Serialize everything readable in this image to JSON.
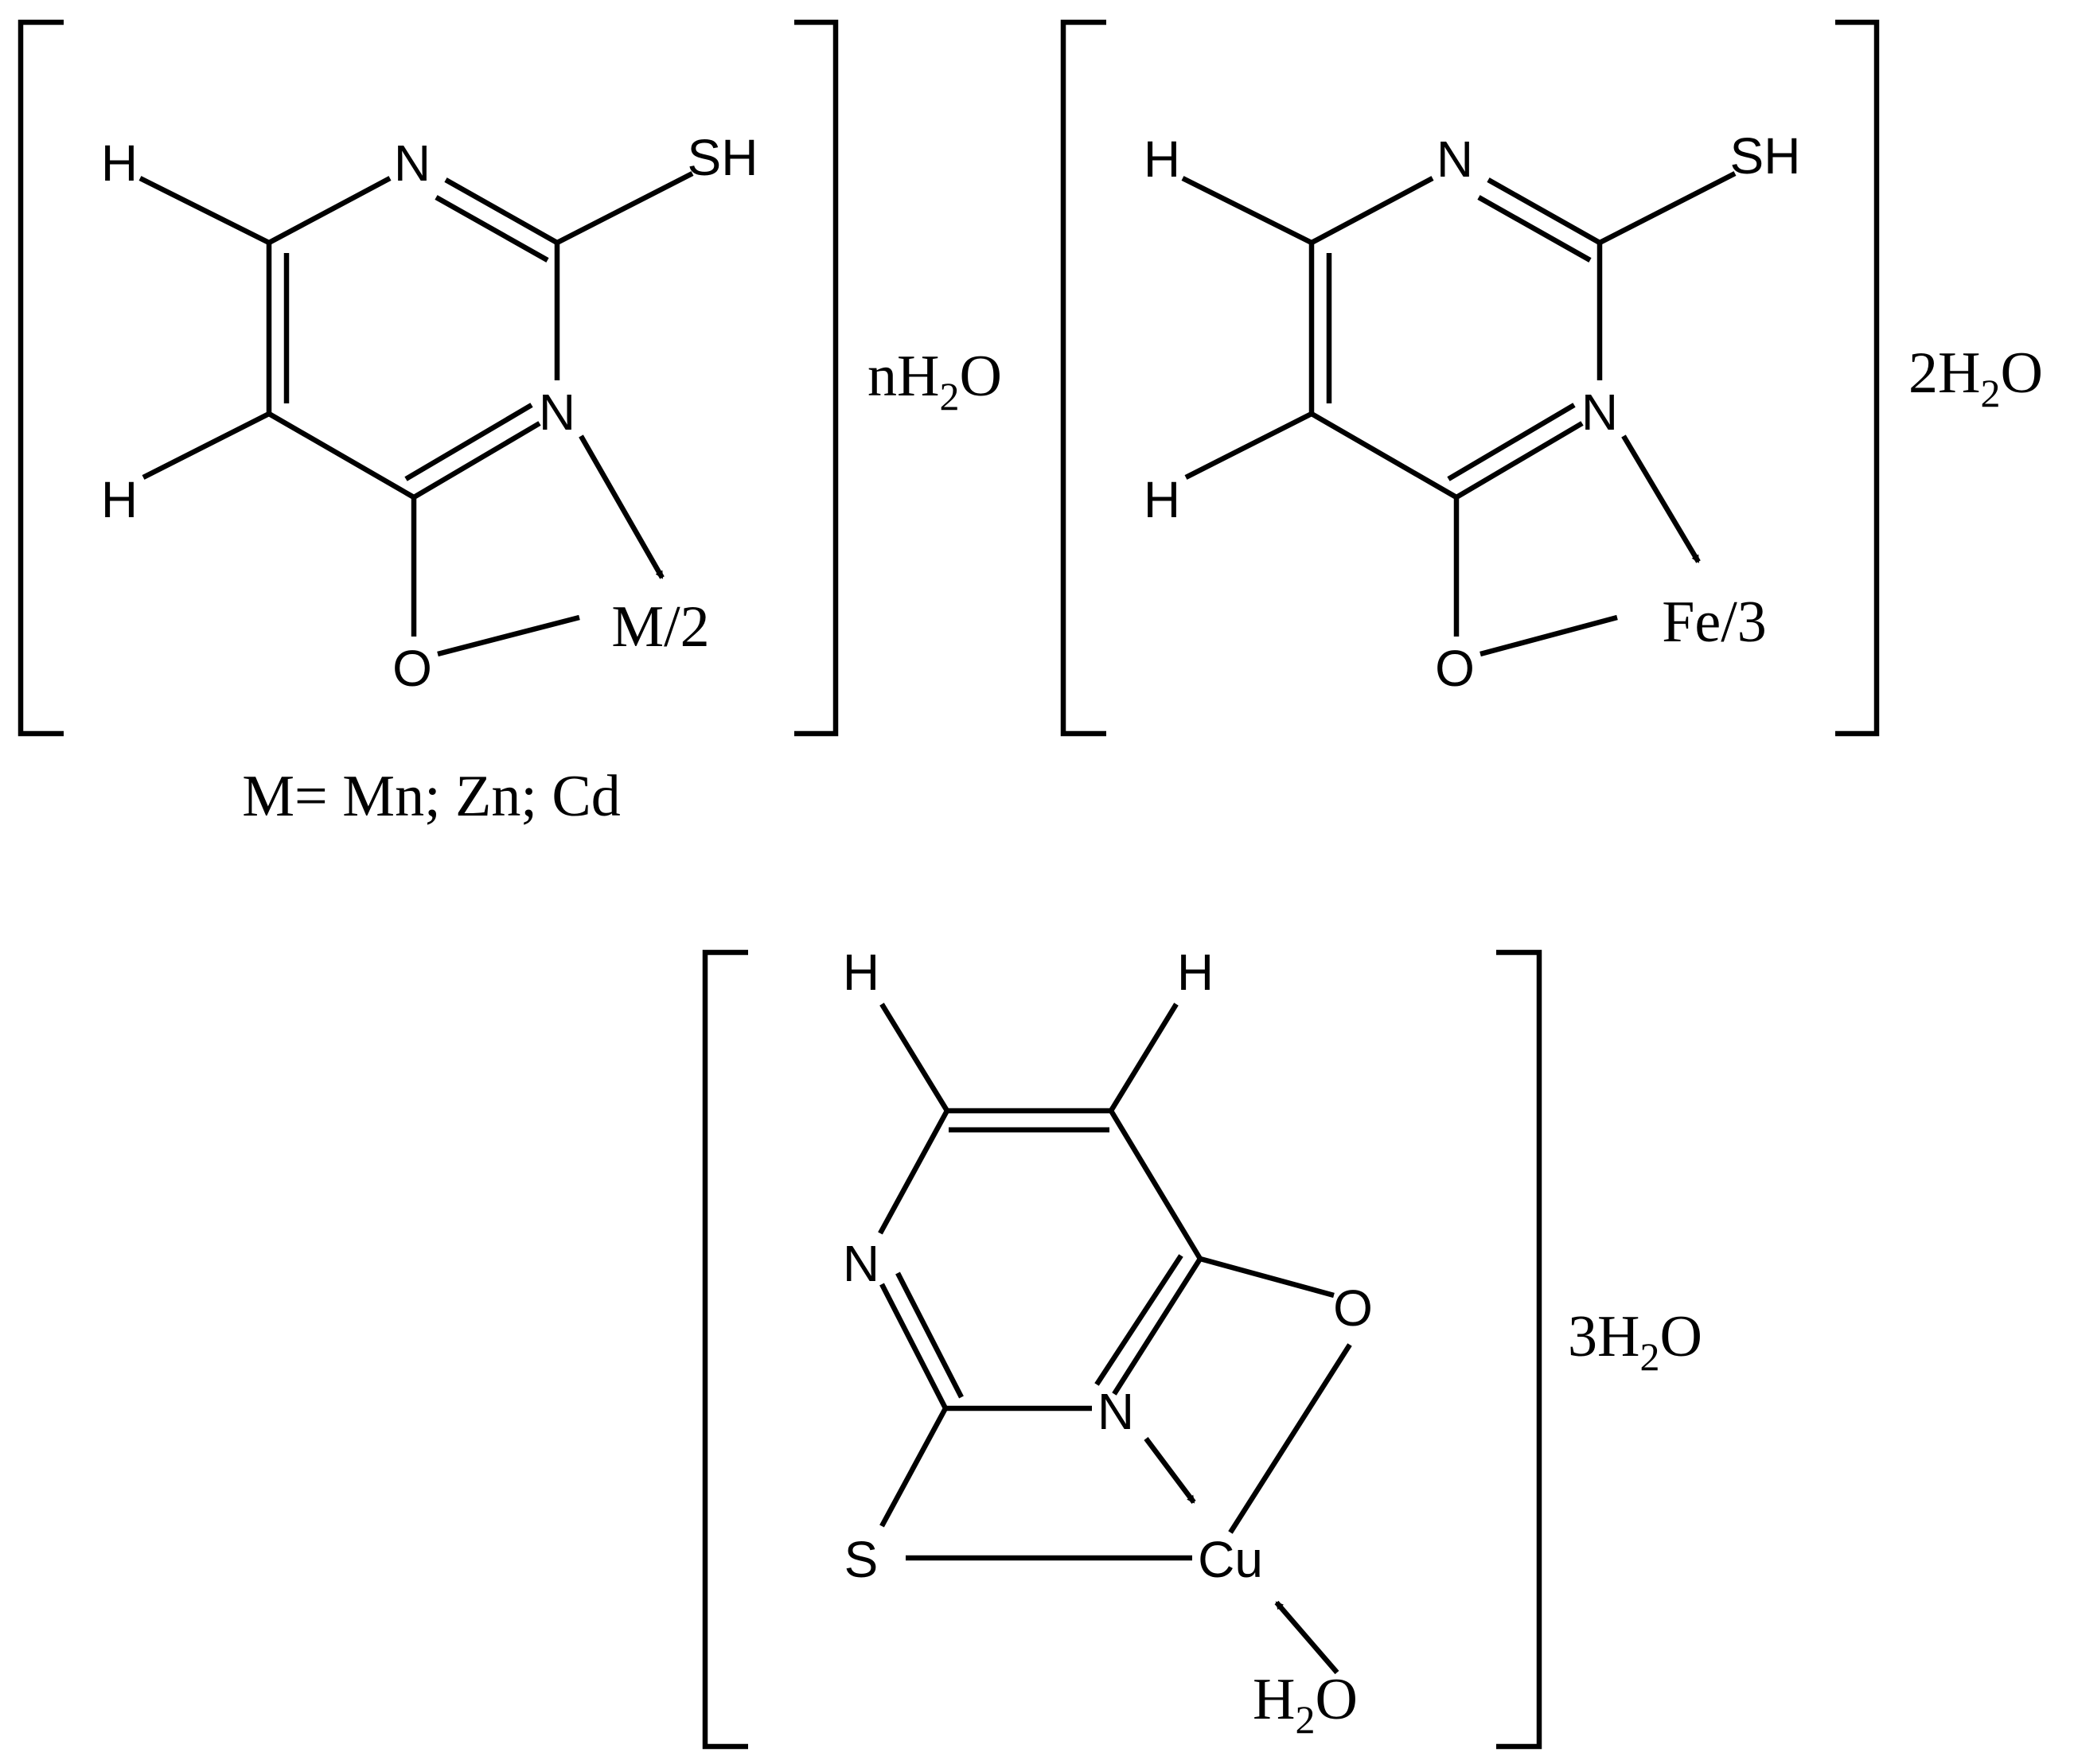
{
  "structures": [
    {
      "atoms": {
        "h_top": "H",
        "n_top": "N",
        "sh": "SH",
        "n_mid": "N",
        "h_bot": "H",
        "o": "O",
        "metal": "M/2"
      },
      "hydrate": {
        "coef": "n",
        "h": "H",
        "two": "2",
        "o": "O"
      },
      "caption": "M= Mn; Zn; Cd"
    },
    {
      "atoms": {
        "h_top": "H",
        "n_top": "N",
        "sh": "SH",
        "n_mid": "N",
        "h_bot": "H",
        "o": "O",
        "metal": "Fe/3"
      },
      "hydrate": {
        "coef": "2",
        "h": "H",
        "two": "2",
        "o": "O"
      }
    },
    {
      "atoms": {
        "h_left": "H",
        "h_right": "H",
        "n_left": "N",
        "o": "O",
        "n_mid": "N",
        "s": "S",
        "metal": "Cu"
      },
      "water": {
        "h": "H",
        "two": "2",
        "o": "O"
      },
      "hydrate": {
        "coef": "3",
        "h": "H",
        "two": "2",
        "o": "O"
      }
    }
  ]
}
